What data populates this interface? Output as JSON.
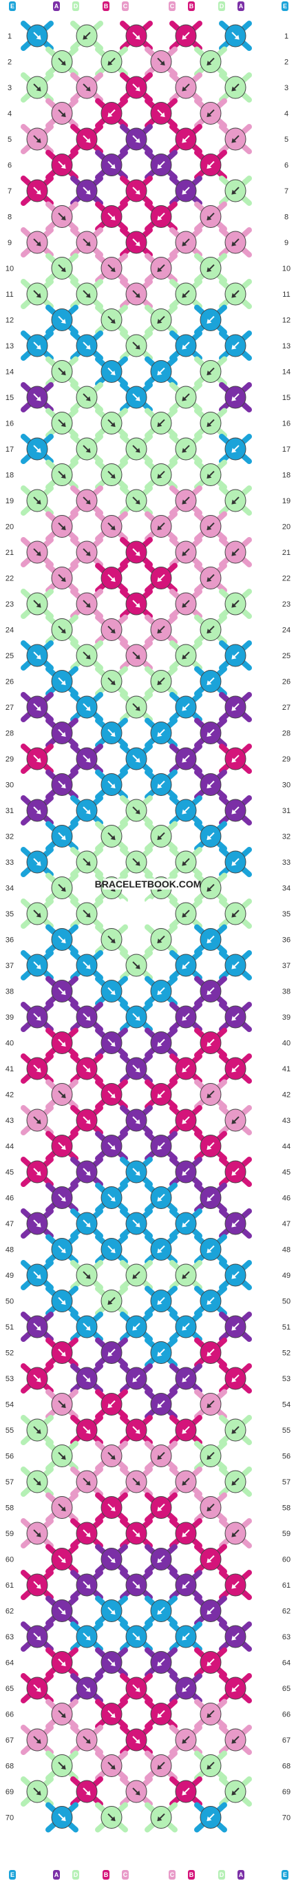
{
  "colors": {
    "E": "#1ba3d9",
    "A": "#7b2fa6",
    "D": "#b5f0b5",
    "B": "#d4147a",
    "C": "#e89ac8"
  },
  "strand_labels": [
    "E",
    "A",
    "D",
    "B",
    "C",
    "C",
    "B",
    "D",
    "A",
    "E"
  ],
  "row_count": 70,
  "watermark": "BRACELETBOOK.COM",
  "rows": [
    {
      "n": 1,
      "dirs": [
        "rd",
        "l",
        "r",
        "l",
        "rl"
      ],
      "colors": [
        "E",
        "D",
        "B",
        "B",
        "E"
      ]
    },
    {
      "n": 2,
      "dirs": [
        "r",
        "l",
        "rd",
        "l"
      ],
      "colors": [
        "D",
        "D",
        "C",
        "D"
      ]
    },
    {
      "n": 3,
      "dirs": [
        "rd",
        "r",
        "r",
        "l",
        "l"
      ],
      "colors": [
        "D",
        "C",
        "B",
        "C",
        "D"
      ]
    },
    {
      "n": 4,
      "dirs": [
        "r",
        "l",
        "r",
        "l"
      ],
      "colors": [
        "C",
        "B",
        "B",
        "C"
      ]
    },
    {
      "n": 5,
      "dirs": [
        "rd",
        "r",
        "r",
        "l",
        "l"
      ],
      "colors": [
        "C",
        "B",
        "A",
        "B",
        "C"
      ]
    },
    {
      "n": 6,
      "dirs": [
        "r",
        "r",
        "l",
        "l"
      ],
      "colors": [
        "B",
        "A",
        "A",
        "B"
      ]
    },
    {
      "n": 7,
      "dirs": [
        "rd",
        "r",
        "r",
        "l",
        "l"
      ],
      "colors": [
        "B",
        "A",
        "B",
        "A",
        "D"
      ]
    },
    {
      "n": 8,
      "dirs": [
        "r",
        "r",
        "l",
        "l"
      ],
      "colors": [
        "C",
        "B",
        "B",
        "C"
      ]
    },
    {
      "n": 9,
      "dirs": [
        "rd",
        "r",
        "r",
        "l",
        "l"
      ],
      "colors": [
        "C",
        "C",
        "B",
        "C",
        "C"
      ]
    },
    {
      "n": 10,
      "dirs": [
        "r",
        "r",
        "l",
        "l"
      ],
      "colors": [
        "D",
        "C",
        "C",
        "D"
      ]
    },
    {
      "n": 11,
      "dirs": [
        "rd",
        "r",
        "r",
        "l",
        "l"
      ],
      "colors": [
        "D",
        "D",
        "C",
        "D",
        "D"
      ]
    },
    {
      "n": 12,
      "dirs": [
        "r",
        "r",
        "l",
        "l"
      ],
      "colors": [
        "E",
        "D",
        "D",
        "E"
      ]
    },
    {
      "n": 13,
      "dirs": [
        "rd",
        "r",
        "r",
        "l",
        "l"
      ],
      "colors": [
        "E",
        "E",
        "D",
        "E",
        "E"
      ]
    },
    {
      "n": 14,
      "dirs": [
        "r",
        "r",
        "l",
        "l"
      ],
      "colors": [
        "D",
        "E",
        "E",
        "D"
      ]
    },
    {
      "n": 15,
      "dirs": [
        "rd",
        "r",
        "r",
        "l",
        "l"
      ],
      "colors": [
        "A",
        "D",
        "E",
        "D",
        "A"
      ]
    },
    {
      "n": 16,
      "dirs": [
        "r",
        "r",
        "l",
        "l"
      ],
      "colors": [
        "D",
        "D",
        "D",
        "D"
      ]
    },
    {
      "n": 17,
      "dirs": [
        "rd",
        "r",
        "r",
        "l",
        "l"
      ],
      "colors": [
        "E",
        "D",
        "D",
        "D",
        "E"
      ]
    },
    {
      "n": 18,
      "dirs": [
        "r",
        "r",
        "l",
        "l"
      ],
      "colors": [
        "D",
        "D",
        "D",
        "D"
      ]
    },
    {
      "n": 19,
      "dirs": [
        "rd",
        "r",
        "r",
        "l",
        "l"
      ],
      "colors": [
        "D",
        "C",
        "D",
        "C",
        "D"
      ]
    },
    {
      "n": 20,
      "dirs": [
        "r",
        "r",
        "l",
        "l"
      ],
      "colors": [
        "C",
        "C",
        "C",
        "C"
      ]
    },
    {
      "n": 21,
      "dirs": [
        "rd",
        "r",
        "r",
        "l",
        "l"
      ],
      "colors": [
        "C",
        "C",
        "B",
        "C",
        "C"
      ]
    },
    {
      "n": 22,
      "dirs": [
        "r",
        "r",
        "l",
        "l"
      ],
      "colors": [
        "C",
        "B",
        "B",
        "C"
      ]
    },
    {
      "n": 23,
      "dirs": [
        "rd",
        "r",
        "r",
        "l",
        "l"
      ],
      "colors": [
        "D",
        "C",
        "B",
        "C",
        "D"
      ]
    },
    {
      "n": 24,
      "dirs": [
        "r",
        "r",
        "l",
        "l"
      ],
      "colors": [
        "D",
        "C",
        "C",
        "D"
      ]
    },
    {
      "n": 25,
      "dirs": [
        "rd",
        "r",
        "r",
        "l",
        "l"
      ],
      "colors": [
        "E",
        "D",
        "C",
        "D",
        "E"
      ]
    },
    {
      "n": 26,
      "dirs": [
        "r",
        "r",
        "l",
        "l"
      ],
      "colors": [
        "E",
        "D",
        "D",
        "E"
      ]
    },
    {
      "n": 27,
      "dirs": [
        "rd",
        "r",
        "r",
        "l",
        "l"
      ],
      "colors": [
        "A",
        "E",
        "D",
        "E",
        "A"
      ]
    },
    {
      "n": 28,
      "dirs": [
        "r",
        "r",
        "l",
        "l"
      ],
      "colors": [
        "A",
        "E",
        "E",
        "A"
      ]
    },
    {
      "n": 29,
      "dirs": [
        "rd",
        "r",
        "r",
        "l",
        "l"
      ],
      "colors": [
        "B",
        "A",
        "E",
        "A",
        "B"
      ]
    },
    {
      "n": 30,
      "dirs": [
        "r",
        "r",
        "l",
        "l"
      ],
      "colors": [
        "A",
        "E",
        "E",
        "A"
      ]
    },
    {
      "n": 31,
      "dirs": [
        "rd",
        "r",
        "r",
        "l",
        "l"
      ],
      "colors": [
        "A",
        "E",
        "D",
        "E",
        "A"
      ]
    },
    {
      "n": 32,
      "dirs": [
        "r",
        "r",
        "l",
        "l"
      ],
      "colors": [
        "E",
        "D",
        "D",
        "E"
      ]
    },
    {
      "n": 33,
      "dirs": [
        "rd",
        "r",
        "r",
        "l",
        "l"
      ],
      "colors": [
        "E",
        "D",
        "D",
        "D",
        "E"
      ]
    },
    {
      "n": 34,
      "dirs": [
        "r",
        "r",
        "l",
        "l"
      ],
      "colors": [
        "D",
        "D",
        "D",
        "D"
      ]
    },
    {
      "n": 35,
      "dirs": [
        "rd",
        "r",
        "r",
        "l",
        "l"
      ],
      "colors": [
        "D",
        "D",
        "",
        "D",
        "D"
      ]
    },
    {
      "n": 36,
      "dirs": [
        "r",
        "r",
        "l",
        "l"
      ],
      "colors": [
        "E",
        "D",
        "D",
        "E"
      ]
    },
    {
      "n": 37,
      "dirs": [
        "rd",
        "r",
        "r",
        "l",
        "l"
      ],
      "colors": [
        "E",
        "E",
        "D",
        "E",
        "E"
      ]
    },
    {
      "n": 38,
      "dirs": [
        "r",
        "r",
        "l",
        "l"
      ],
      "colors": [
        "A",
        "E",
        "E",
        "A"
      ]
    },
    {
      "n": 39,
      "dirs": [
        "rd",
        "r",
        "r",
        "l",
        "l"
      ],
      "colors": [
        "A",
        "A",
        "E",
        "A",
        "A"
      ]
    },
    {
      "n": 40,
      "dirs": [
        "r",
        "r",
        "l",
        "l"
      ],
      "colors": [
        "B",
        "A",
        "A",
        "B"
      ]
    },
    {
      "n": 41,
      "dirs": [
        "rd",
        "r",
        "r",
        "l",
        "l"
      ],
      "colors": [
        "B",
        "B",
        "A",
        "B",
        "B"
      ]
    },
    {
      "n": 42,
      "dirs": [
        "r",
        "r",
        "l",
        "l"
      ],
      "colors": [
        "C",
        "B",
        "B",
        "C"
      ]
    },
    {
      "n": 43,
      "dirs": [
        "rd",
        "r",
        "r",
        "l",
        "l"
      ],
      "colors": [
        "C",
        "B",
        "A",
        "B",
        "C"
      ]
    },
    {
      "n": 44,
      "dirs": [
        "r",
        "r",
        "l",
        "l"
      ],
      "colors": [
        "B",
        "A",
        "A",
        "B"
      ]
    },
    {
      "n": 45,
      "dirs": [
        "rd",
        "r",
        "r",
        "l",
        "l"
      ],
      "colors": [
        "B",
        "A",
        "E",
        "A",
        "B"
      ]
    },
    {
      "n": 46,
      "dirs": [
        "r",
        "r",
        "l",
        "l"
      ],
      "colors": [
        "A",
        "E",
        "E",
        "A"
      ]
    },
    {
      "n": 47,
      "dirs": [
        "rd",
        "r",
        "r",
        "l",
        "l"
      ],
      "colors": [
        "A",
        "E",
        "E",
        "E",
        "A"
      ]
    },
    {
      "n": 48,
      "dirs": [
        "r",
        "r",
        "l",
        "l"
      ],
      "colors": [
        "E",
        "E",
        "E",
        "E"
      ]
    },
    {
      "n": 49,
      "dirs": [
        "rd",
        "r",
        "l",
        "l",
        "l"
      ],
      "colors": [
        "E",
        "D",
        "D",
        "D",
        "E"
      ]
    },
    {
      "n": 50,
      "dirs": [
        "r",
        "l",
        "l",
        "l"
      ],
      "colors": [
        "E",
        "D",
        "E",
        "E"
      ]
    },
    {
      "n": 51,
      "dirs": [
        "rd",
        "r",
        "l",
        "l",
        "l"
      ],
      "colors": [
        "A",
        "E",
        "E",
        "E",
        "A"
      ]
    },
    {
      "n": 52,
      "dirs": [
        "r",
        "l",
        "l",
        "l"
      ],
      "colors": [
        "B",
        "A",
        "E",
        "B"
      ]
    },
    {
      "n": 53,
      "dirs": [
        "rd",
        "r",
        "l",
        "l",
        "l"
      ],
      "colors": [
        "B",
        "A",
        "A",
        "A",
        "B"
      ]
    },
    {
      "n": 54,
      "dirs": [
        "r",
        "l",
        "l",
        "l"
      ],
      "colors": [
        "C",
        "B",
        "A",
        "C"
      ]
    },
    {
      "n": 55,
      "dirs": [
        "rd",
        "r",
        "r",
        "l",
        "l"
      ],
      "colors": [
        "D",
        "B",
        "B",
        "B",
        "D"
      ]
    },
    {
      "n": 56,
      "dirs": [
        "r",
        "r",
        "l",
        "l"
      ],
      "colors": [
        "D",
        "C",
        "C",
        "D"
      ]
    },
    {
      "n": 57,
      "dirs": [
        "rd",
        "r",
        "r",
        "l",
        "l"
      ],
      "colors": [
        "D",
        "C",
        "C",
        "C",
        "D"
      ]
    },
    {
      "n": 58,
      "dirs": [
        "r",
        "r",
        "l",
        "l"
      ],
      "colors": [
        "C",
        "B",
        "B",
        "C"
      ]
    },
    {
      "n": 59,
      "dirs": [
        "rd",
        "r",
        "r",
        "l",
        "l"
      ],
      "colors": [
        "C",
        "B",
        "B",
        "B",
        "C"
      ]
    },
    {
      "n": 60,
      "dirs": [
        "r",
        "r",
        "l",
        "l"
      ],
      "colors": [
        "B",
        "A",
        "A",
        "B"
      ]
    },
    {
      "n": 61,
      "dirs": [
        "rd",
        "r",
        "r",
        "l",
        "l"
      ],
      "colors": [
        "B",
        "A",
        "A",
        "A",
        "B"
      ]
    },
    {
      "n": 62,
      "dirs": [
        "r",
        "r",
        "l",
        "l"
      ],
      "colors": [
        "A",
        "E",
        "E",
        "A"
      ]
    },
    {
      "n": 63,
      "dirs": [
        "rd",
        "r",
        "r",
        "l",
        "l"
      ],
      "colors": [
        "A",
        "E",
        "E",
        "E",
        "A"
      ]
    },
    {
      "n": 64,
      "dirs": [
        "r",
        "r",
        "l",
        "l"
      ],
      "colors": [
        "B",
        "A",
        "A",
        "B"
      ]
    },
    {
      "n": 65,
      "dirs": [
        "rd",
        "r",
        "r",
        "l",
        "l"
      ],
      "colors": [
        "B",
        "A",
        "B",
        "A",
        "B"
      ]
    },
    {
      "n": 66,
      "dirs": [
        "r",
        "r",
        "l",
        "l"
      ],
      "colors": [
        "C",
        "B",
        "B",
        "C"
      ]
    },
    {
      "n": 67,
      "dirs": [
        "rd",
        "r",
        "r",
        "l",
        "l"
      ],
      "colors": [
        "C",
        "C",
        "B",
        "C",
        "C"
      ]
    },
    {
      "n": 68,
      "dirs": [
        "r",
        "r",
        "l",
        "l"
      ],
      "colors": [
        "D",
        "C",
        "C",
        "D"
      ]
    },
    {
      "n": 69,
      "dirs": [
        "rd",
        "r",
        "r",
        "l",
        "l"
      ],
      "colors": [
        "D",
        "B",
        "C",
        "B",
        "D"
      ]
    },
    {
      "n": 70,
      "dirs": [
        "r",
        "r",
        "l",
        "l"
      ],
      "colors": [
        "E",
        "D",
        "D",
        "E"
      ]
    }
  ]
}
